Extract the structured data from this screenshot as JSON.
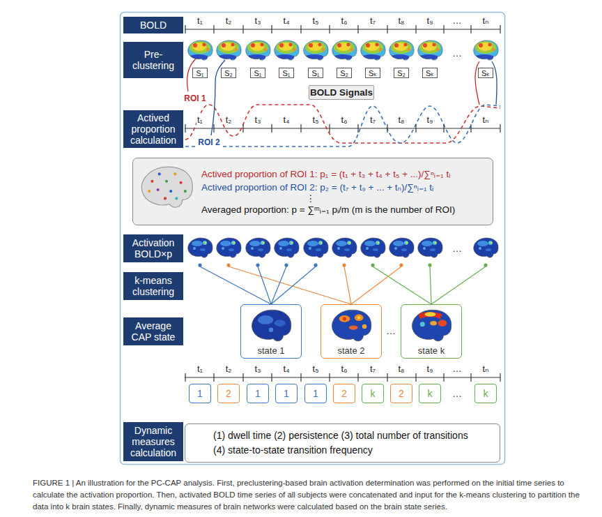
{
  "diagram": {
    "caption": "FIGURE 1 | An illustration for the PC-CAP analysis. First, preclustering-based brain activation determination was performed on the initial time series to calculate the activation proportion. Then, activated BOLD time series of all subjects were concatenated and input for the k-means clustering to partition the data into k brain states. Finally, dynamic measures of brain networks were calculated based on the brain state series.",
    "nodes": [
      {
        "text": [
          "BOLD"
        ]
      },
      {
        "text": [
          "Pre- clustering"
        ]
      },
      {
        "text": [
          "Actived proportion calculation"
        ]
      },
      {
        "text": [
          "Activation BOLD×p"
        ]
      },
      {
        "text": [
          "k-means clustering"
        ]
      },
      {
        "text": [
          "Average CAP state"
        ]
      },
      {
        "text": [
          "Dynamic measures calculation"
        ]
      },
      {
        "text": [
          "S₁"
        ]
      },
      {
        "text": [
          "S₂"
        ]
      },
      {
        "text": [
          "S₁"
        ]
      },
      {
        "text": [
          "S₁"
        ]
      },
      {
        "text": [
          "S₁"
        ]
      },
      {
        "text": [
          "S₂"
        ]
      },
      {
        "text": [
          "Sₖ"
        ]
      },
      {
        "text": [
          "S₂"
        ]
      },
      {
        "text": [
          "Sₖ"
        ]
      },
      {
        "text": [
          "Sₖ"
        ]
      },
      {
        "text": [
          "BOLD Signals"
        ]
      },
      {
        "text": [
          "Actived proportion of ROI 1: p₁ = (t₁ + t₃ + t₄ + t₅ + ...)/∑ⁿᵢ₌₁ tᵢ",
          "Actived proportion of ROI 2: p₂ = (t₇ + t₉ + ... + tₙ)/∑ⁿᵢ₌₁ tᵢ",
          "⋮",
          "Averaged proportion: p = ∑ᵐᵢ₌₁ pᵢ/m (m is the number of ROI)"
        ]
      },
      {
        "text": [
          "state 1"
        ]
      },
      {
        "text": [
          "state 2"
        ]
      },
      {
        "text": [
          "state k"
        ]
      },
      {
        "text": [
          "1"
        ]
      },
      {
        "text": [
          "2"
        ]
      },
      {
        "text": [
          "1"
        ]
      },
      {
        "text": [
          "1"
        ]
      },
      {
        "text": [
          "1"
        ]
      },
      {
        "text": [
          "2"
        ]
      },
      {
        "text": [
          "k"
        ]
      },
      {
        "text": [
          "2"
        ]
      },
      {
        "text": [
          "k"
        ]
      },
      {
        "text": [
          "k"
        ]
      },
      {
        "text": [
          "(1) dwell time (2) persistence (3) total number of transitions",
          "(4) state-to-state transition frequency"
        ]
      }
    ],
    "labels": [
      "t₁",
      "t₂",
      "t₃",
      "t₄",
      "t₅",
      "t₆",
      "t₇",
      "t₈",
      "t₉",
      "…",
      "tₙ",
      "…",
      "ROI 1",
      "ROI 2",
      "t₁",
      "t₂",
      "t₃",
      "t₄",
      "t₅",
      "t₆",
      "t₇",
      "t₈",
      "t₉",
      "tₙ",
      "…",
      "…",
      "t₁",
      "t₂",
      "t₃",
      "t₄",
      "t₅",
      "t₆",
      "t₇",
      "t₈",
      "t₉",
      "…",
      "tₙ",
      "…"
    ]
  }
}
